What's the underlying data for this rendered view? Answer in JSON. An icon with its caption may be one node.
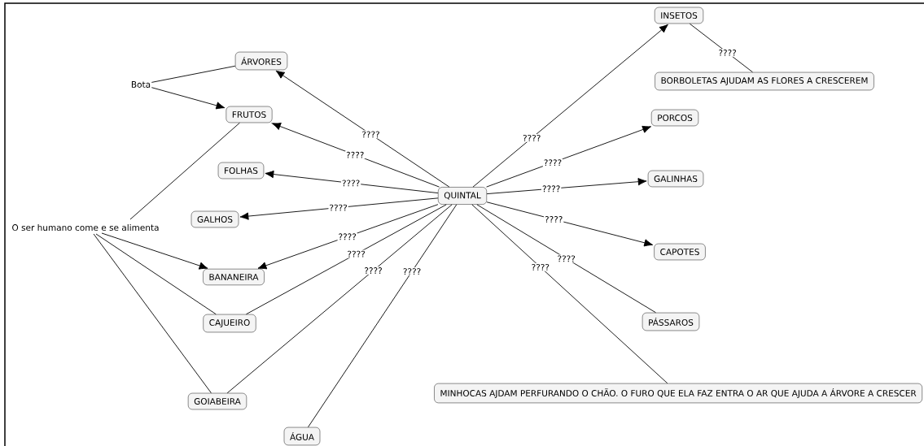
{
  "diagram": {
    "nodes": [
      {
        "text": [
          "QUINTAL"
        ]
      },
      {
        "text": [
          "ÁRVORES"
        ]
      },
      {
        "text": [
          "Bota"
        ]
      },
      {
        "text": [
          "FRUTOS"
        ]
      },
      {
        "text": [
          "FOLHAS"
        ]
      },
      {
        "text": [
          "GALHOS"
        ]
      },
      {
        "text": [
          "O ser humano come e se alimenta"
        ]
      },
      {
        "text": [
          "BANANEIRA"
        ]
      },
      {
        "text": [
          "CAJUEIRO"
        ]
      },
      {
        "text": [
          "GOIABEIRA"
        ]
      },
      {
        "text": [
          "ÁGUA"
        ]
      },
      {
        "text": [
          "INSETOS"
        ]
      },
      {
        "text": [
          "BORBOLETAS AJUDAM AS FLORES A CRESCEREM"
        ]
      },
      {
        "text": [
          "PORCOS"
        ]
      },
      {
        "text": [
          "GALINHAS"
        ]
      },
      {
        "text": [
          "CAPOTES"
        ]
      },
      {
        "text": [
          "PÁSSAROS"
        ]
      },
      {
        "text": [
          "MINHOCAS AJDAM PERFURANDO O CHÃO. O FURO QUE ELA FAZ ENTRA O AR QUE AJUDA A ÁRVORE A CRESCER"
        ]
      }
    ],
    "edges": [
      {
        "from": 0,
        "to": 1,
        "arrow": "to",
        "label": "????"
      },
      {
        "from": 0,
        "to": 3,
        "arrow": "to",
        "label": "????"
      },
      {
        "from": 0,
        "to": 4,
        "arrow": "to",
        "label": "????"
      },
      {
        "from": 0,
        "to": 5,
        "arrow": "to",
        "label": "????"
      },
      {
        "from": 0,
        "to": 7,
        "arrow": "to",
        "label": "????"
      },
      {
        "from": 0,
        "to": 8,
        "arrow": "none",
        "label": "????"
      },
      {
        "from": 0,
        "to": 9,
        "arrow": "none",
        "label": "????"
      },
      {
        "from": 0,
        "to": 10,
        "arrow": "none",
        "label": "????"
      },
      {
        "from": 0,
        "to": 11,
        "arrow": "to",
        "label": "????"
      },
      {
        "from": 11,
        "to": 12,
        "arrow": "none",
        "label": "????"
      },
      {
        "from": 0,
        "to": 13,
        "arrow": "to",
        "label": "????"
      },
      {
        "from": 0,
        "to": 14,
        "arrow": "to",
        "label": "????"
      },
      {
        "from": 0,
        "to": 15,
        "arrow": "to",
        "label": "????"
      },
      {
        "from": 0,
        "to": 16,
        "arrow": "none",
        "label": "????"
      },
      {
        "from": 0,
        "to": 17,
        "arrow": "none",
        "label": "????"
      },
      {
        "from": 2,
        "to": 1,
        "arrow": "none"
      },
      {
        "from": 2,
        "to": 3,
        "arrow": "to"
      },
      {
        "from": 6,
        "to": 3,
        "arrow": "none"
      },
      {
        "from": 6,
        "to": 7,
        "arrow": "to"
      },
      {
        "from": 6,
        "to": 8,
        "arrow": "none"
      },
      {
        "from": 6,
        "to": 9,
        "arrow": "none"
      }
    ]
  }
}
